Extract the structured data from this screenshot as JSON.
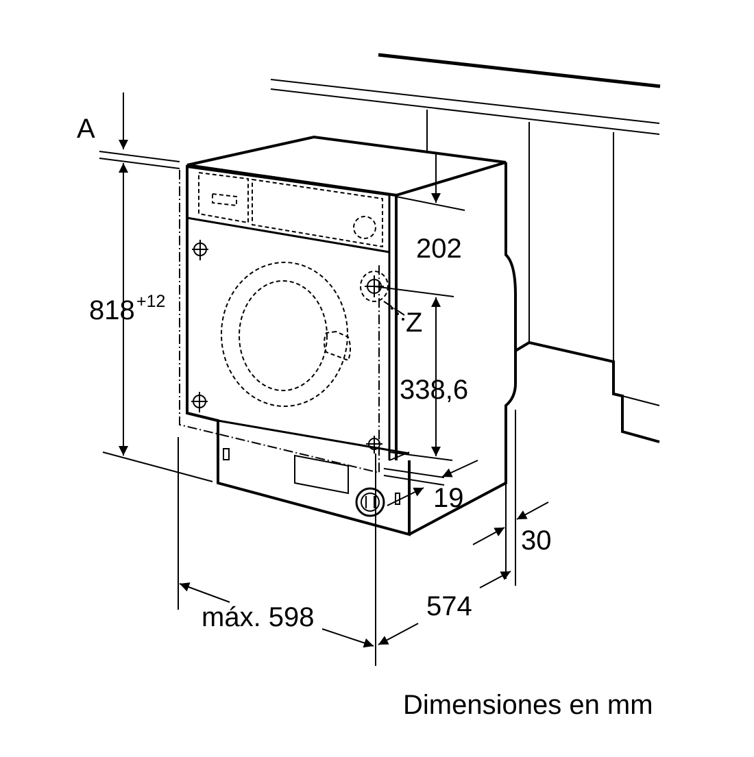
{
  "labels": {
    "a": "A",
    "height_base": "818",
    "height_tol": "+12",
    "d202": "202",
    "z": "Z",
    "d338": "338,6",
    "d19": "19",
    "d30": "30",
    "width_max": "máx. 598",
    "d574": "574"
  },
  "caption": "Dimensiones en mm",
  "colors": {
    "line": "#000000",
    "background": "#ffffff"
  }
}
